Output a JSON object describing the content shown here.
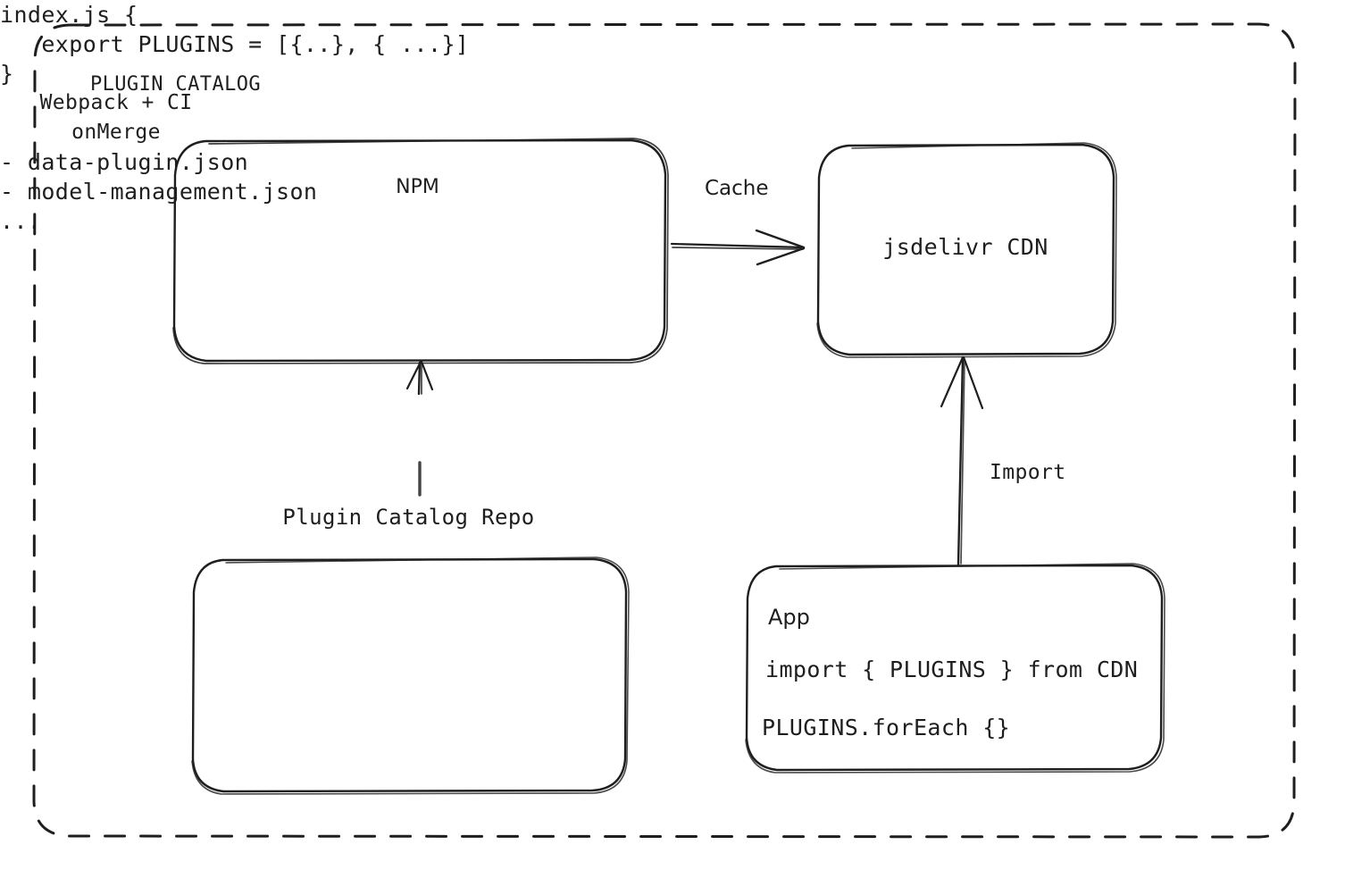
{
  "diagram": {
    "title": "PLUGIN CATALOG",
    "style": "hand-drawn sketch",
    "stroke_color": "#1e1e1e",
    "background_color": "#ffffff"
  },
  "nodes": {
    "npm": {
      "title": "NPM",
      "code_line_1": "index.js {",
      "code_line_2": "   export PLUGINS = [{..}, { ...}]",
      "code_line_3": "}"
    },
    "cdn": {
      "title": "jsdelivr CDN"
    },
    "repo": {
      "caption": "Plugin Catalog Repo",
      "item_1": "- data-plugin.json",
      "item_2": "- model-management.json",
      "item_3": "..."
    },
    "app": {
      "title": "App",
      "code_line_1": "import { PLUGINS } from CDN",
      "code_line_2": "PLUGINS.forEach {}"
    }
  },
  "edges": {
    "cache": {
      "label": "Cache",
      "from": "npm",
      "to": "cdn"
    },
    "build": {
      "label_line_1": "Webpack + CI",
      "label_line_2": "onMerge",
      "from": "repo",
      "to": "npm"
    },
    "import": {
      "label": "Import",
      "from": "app",
      "to": "cdn"
    }
  }
}
